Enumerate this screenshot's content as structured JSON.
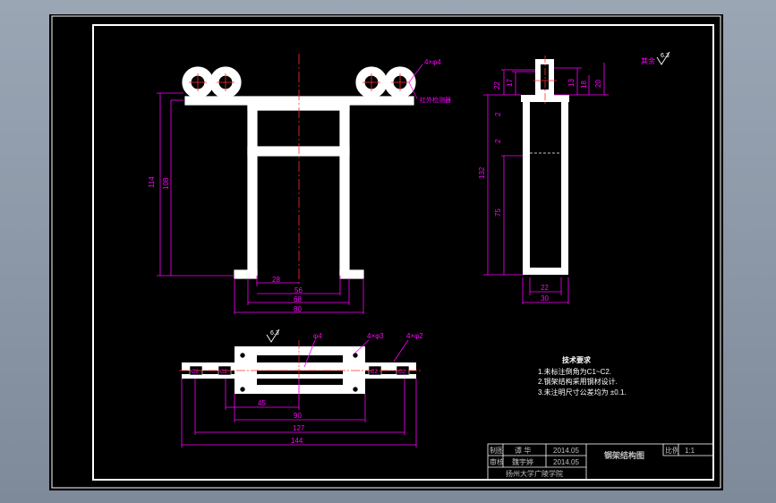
{
  "colors": {
    "background": "#000000",
    "frame": "#ffffff",
    "dimension": "#ff00ff",
    "centerline": "#ff3030",
    "outline": "#ffffff",
    "annotation": "#ff00ff",
    "title_text": "#c0c0c0"
  },
  "front_view": {
    "wheel_hole_label": "4×φ4",
    "wheel_note": "红外检测器",
    "dims": {
      "height_outer": "114",
      "height_inner": "108",
      "base_small": "28",
      "base_56": "56",
      "base_68": "68",
      "base_80": "80"
    }
  },
  "side_view": {
    "dims": {
      "top_22": "22",
      "top_17": "17",
      "top_13": "13",
      "top_18": "18",
      "top_20": "20",
      "height_132": "132",
      "height_75": "75",
      "small_2a": "2",
      "small_2b": "2",
      "width_22": "22",
      "width_30": "30"
    }
  },
  "top_view": {
    "roughness": "6.3",
    "hole_phi4": "φ4",
    "hole_4phi3": "4×φ3",
    "hole_4phi2": "4×φ2",
    "cx_labels": [
      "C2",
      "C2",
      "C2",
      "C2"
    ],
    "dims": {
      "w45": "45",
      "w90": "90",
      "w127": "127",
      "w144": "144"
    }
  },
  "other_roughness": {
    "label": "其余",
    "value": "6.3"
  },
  "tech_requirements": {
    "title": "技术要求",
    "items": [
      "1.未标注倒角为C1~C2.",
      "2.钢架结构采用钢材设计.",
      "3.未注明尺寸公差均为 ±0.1."
    ]
  },
  "title_block": {
    "row1": [
      "制图",
      "谭 华",
      "2014.05"
    ],
    "row2": [
      "审核",
      "魏宇婷",
      "2014.05"
    ],
    "school": "扬州大学广陵学院",
    "drawing_name": "钢架结构图",
    "scale_label": "比例",
    "scale_value": "1:1"
  }
}
